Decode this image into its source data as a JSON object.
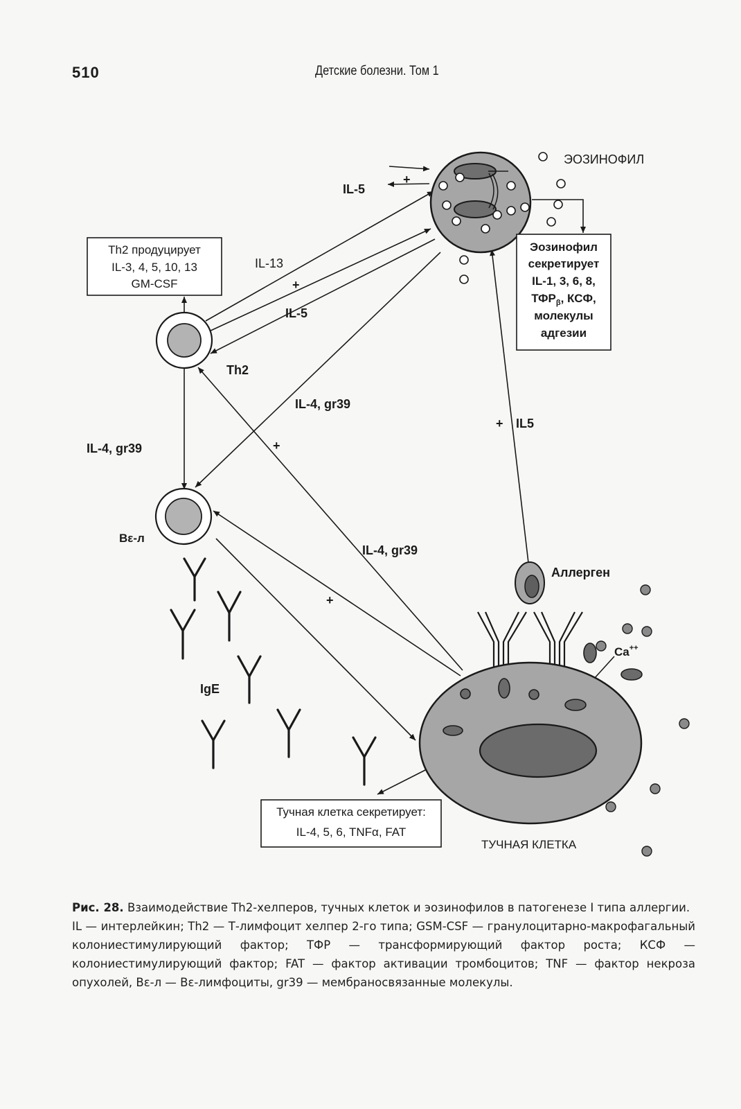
{
  "header": {
    "page_number": "510",
    "running_title": "Детские болезни. Том 1"
  },
  "diagram": {
    "eosinophil_label": "ЭОЗИНОФИЛ",
    "mast_cell_label": "ТУЧНАЯ КЛЕТКА",
    "allergen_label": "Аллерген",
    "th2_label": "Th2",
    "b_cell_label": "Bε-л",
    "ige_label": "IgE",
    "calcium_label": "Ca",
    "calcium_superscript": "++",
    "th2_box": {
      "line1": "Th2 продуцирует",
      "line2": "IL-3, 4, 5, 10, 13",
      "line3": "GM-CSF"
    },
    "eos_box": {
      "line1": "Эозинофил",
      "line2": "секретирует",
      "line3": "IL-1, 3, 6, 8,",
      "line4_main": "ТФР",
      "line4_sub": "β",
      "line4_rest": ", КСФ,",
      "line5": "молекулы",
      "line6": "адгезии"
    },
    "mast_box": {
      "line1": "Тучная клетка секретирует:",
      "line2": "IL-4, 5, 6, TNFα, FAT"
    },
    "labels": {
      "il5_top": "IL-5",
      "plus_top": "+",
      "il13": "IL-13",
      "plus_mid": "+",
      "il5_mid": "IL-5",
      "il4_gr39_a": "IL-4, gr39",
      "il4_gr39_left": "IL-4, gr39",
      "plus_diag": "+",
      "il4_gr39_b": "IL-4, gr39",
      "plus_lower": "+",
      "plus_il5_right": "+",
      "il5_right": "IL5"
    }
  },
  "caption": {
    "label": "Рис. 28.",
    "title": "Взаимодействие Th2-хелперов, тучных клеток и эозинофилов в патогенезе I типа аллергии.",
    "legend": "IL — интерлейкин; Th2 — Т-лимфоцит хелпер 2-го типа; GSM-CSF — гранулоцитарно-макрофагальный колониестимулирующий фактор; ТФР — трансформирующий фактор роста; КСФ — колониестимулирующий фактор; FAT — фактор активации тромбоцитов; TNF — фактор некроза опухолей, Bε-л — Bε-лимфоциты, gr39 — мембраносвязанные молекулы."
  }
}
